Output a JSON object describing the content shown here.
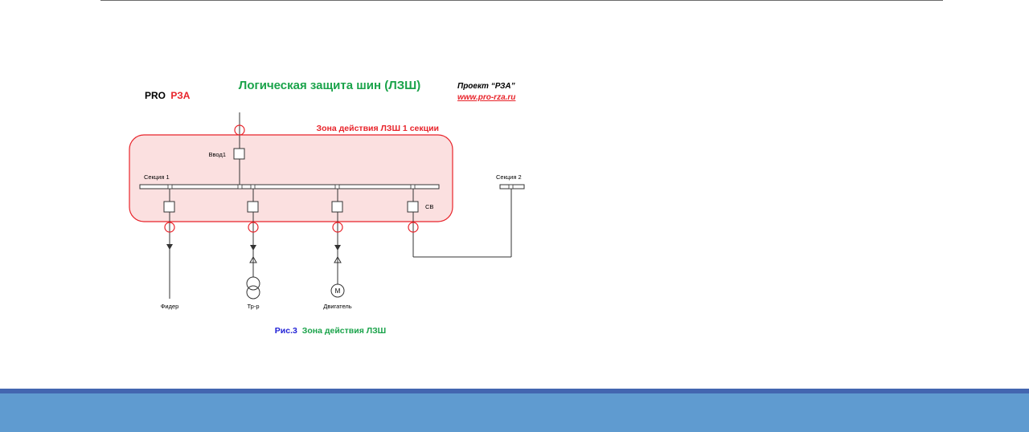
{
  "brand": {
    "prefix": "PRO",
    "suffix": "РЗА",
    "prefix_color": "#000000",
    "suffix_color": "#e8232a"
  },
  "title": "Логическая защита шин (ЛЗШ)",
  "project": {
    "label": "Проект “РЗА”",
    "url": "www.pro-rza.ru"
  },
  "zone_label": "Зона действия ЛЗШ 1 секции",
  "labels": {
    "input": "Ввод1",
    "section1": "Секция 1",
    "section2": "Секция 2",
    "sectional_breaker": "СВ",
    "feeder": "Фидер",
    "transformer": "Тр-р",
    "motor": "Двигатель",
    "motor_symbol": "M"
  },
  "caption": {
    "prefix": "Рис.3",
    "text": "Зона действия ЛЗШ"
  },
  "colors": {
    "title_green": "#1aa34a",
    "zone_red": "#e8232a",
    "zone_fill": "#fbe0e0",
    "caption_blue": "#1f1fd6",
    "line": "#333333",
    "bottom_bar": "#5f9bd0",
    "bottom_bar_top": "#4366b0"
  }
}
